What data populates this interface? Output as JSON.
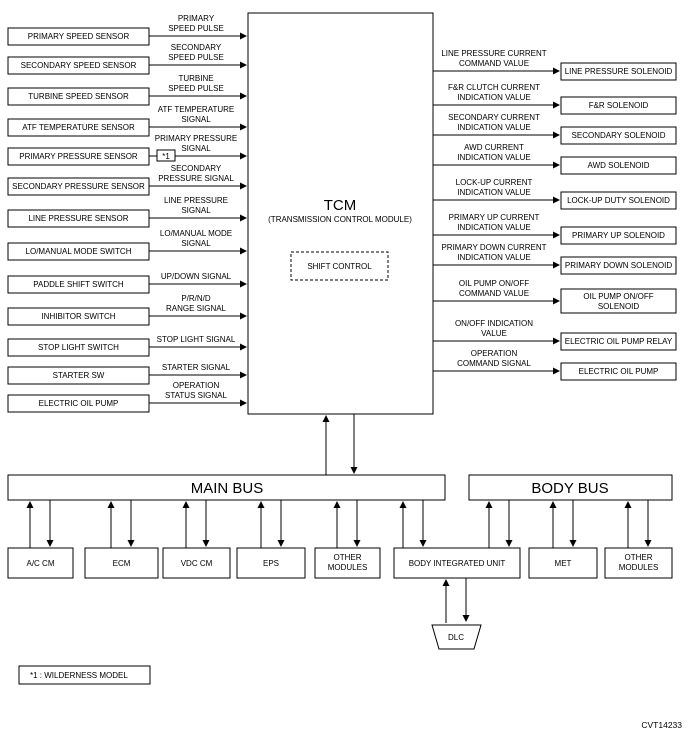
{
  "tcm": {
    "title": "TCM",
    "subtitle": "(TRANSMISSION CONTROL MODULE)",
    "shift_control": "SHIFT CONTROL"
  },
  "inputs": [
    {
      "box": "PRIMARY SPEED SENSOR",
      "signal": [
        "PRIMARY",
        "SPEED PULSE"
      ]
    },
    {
      "box": "SECONDARY SPEED SENSOR",
      "signal": [
        "SECONDARY",
        "SPEED PULSE"
      ]
    },
    {
      "box": "TURBINE SPEED SENSOR",
      "signal": [
        "TURBINE",
        "SPEED PULSE"
      ]
    },
    {
      "box": "ATF TEMPERATURE SENSOR",
      "signal": [
        "ATF TEMPERATURE",
        "SIGNAL"
      ]
    },
    {
      "box": "PRIMARY PRESSURE SENSOR",
      "signal": [
        "PRIMARY PRESSURE",
        "SIGNAL"
      ]
    },
    {
      "box": "SECONDARY PRESSURE SENSOR",
      "signal": [
        "SECONDARY",
        "PRESSURE SIGNAL"
      ]
    },
    {
      "box": "LINE PRESSURE SENSOR",
      "signal": [
        "LINE PRESSURE",
        "SIGNAL"
      ]
    },
    {
      "box": "LO/MANUAL MODE SWITCH",
      "signal": [
        "LO/MANUAL MODE",
        "SIGNAL"
      ]
    },
    {
      "box": "PADDLE SHIFT SWITCH",
      "signal": [
        "UP/DOWN SIGNAL"
      ]
    },
    {
      "box": "INHIBITOR SWITCH",
      "signal": [
        "P/R/N/D",
        "RANGE SIGNAL"
      ]
    },
    {
      "box": "STOP LIGHT SWITCH",
      "signal": [
        "STOP LIGHT SIGNAL"
      ]
    },
    {
      "box": "STARTER SW",
      "signal": [
        "STARTER SIGNAL"
      ]
    },
    {
      "box": "ELECTRIC OIL PUMP",
      "signal": [
        "OPERATION",
        "STATUS SIGNAL"
      ]
    }
  ],
  "outputs": [
    {
      "box": [
        "LINE PRESSURE SOLENOID"
      ],
      "signal": [
        "LINE PRESSURE CURRENT",
        "COMMAND VALUE"
      ]
    },
    {
      "box": [
        "F&R SOLENOID"
      ],
      "signal": [
        "F&R CLUTCH CURRENT",
        "INDICATION VALUE"
      ]
    },
    {
      "box": [
        "SECONDARY SOLENOID"
      ],
      "signal": [
        "SECONDARY CURRENT",
        "INDICATION VALUE"
      ]
    },
    {
      "box": [
        "AWD SOLENOID"
      ],
      "signal": [
        "AWD CURRENT",
        "INDICATION VALUE"
      ]
    },
    {
      "box": [
        "LOCK-UP DUTY SOLENOID"
      ],
      "signal": [
        "LOCK-UP CURRENT",
        "INDICATION VALUE"
      ]
    },
    {
      "box": [
        "PRIMARY UP SOLENOID"
      ],
      "signal": [
        "PRIMARY UP CURRENT",
        "INDICATION VALUE"
      ]
    },
    {
      "box": [
        "PRIMARY DOWN SOLENOID"
      ],
      "signal": [
        "PRIMARY DOWN CURRENT",
        "INDICATION VALUE"
      ]
    },
    {
      "box": [
        "OIL PUMP ON/OFF",
        "SOLENOID"
      ],
      "signal": [
        "OIL PUMP ON/OFF",
        "COMMAND VALUE"
      ]
    },
    {
      "box": [
        "ELECTRIC OIL PUMP RELAY"
      ],
      "signal": [
        "ON/OFF INDICATION",
        "VALUE"
      ]
    },
    {
      "box": [
        "ELECTRIC OIL PUMP"
      ],
      "signal": [
        "OPERATION",
        "COMMAND SIGNAL"
      ]
    }
  ],
  "main_bus": "MAIN BUS",
  "body_bus": "BODY BUS",
  "main_modules": [
    [
      "A/C CM"
    ],
    [
      "ECM"
    ],
    [
      "VDC CM"
    ],
    [
      "EPS"
    ],
    [
      "OTHER",
      "MODULES"
    ],
    [
      "BODY INTEGRATED UNIT"
    ]
  ],
  "body_modules": [
    [
      "MET"
    ],
    [
      "OTHER",
      "MODULES"
    ]
  ],
  "dlc": "DLC",
  "note_marker": "*1",
  "legend": "*1  : WILDERNESS MODEL",
  "figure_id": "CVT14233"
}
